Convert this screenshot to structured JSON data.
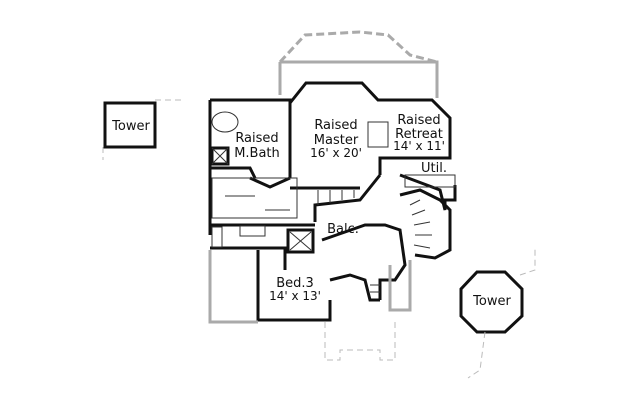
{
  "rooms": {
    "tower_left": {
      "name": "Tower"
    },
    "master_bath": {
      "name_line1": "Raised",
      "name_line2": "M.Bath"
    },
    "master": {
      "name_line1": "Raised",
      "name_line2": "Master",
      "size": "16' x 20'"
    },
    "retreat": {
      "name_line1": "Raised",
      "name_line2": "Retreat",
      "size": "14' x 11'"
    },
    "utility": {
      "name": "Util."
    },
    "balcony": {
      "name": "Balc."
    },
    "bed3": {
      "name": "Bed.3",
      "size": "14' x 13'"
    },
    "tower_right": {
      "name": "Tower"
    }
  },
  "colors": {
    "wall": "#111111",
    "outline": "#aaaaaa"
  }
}
